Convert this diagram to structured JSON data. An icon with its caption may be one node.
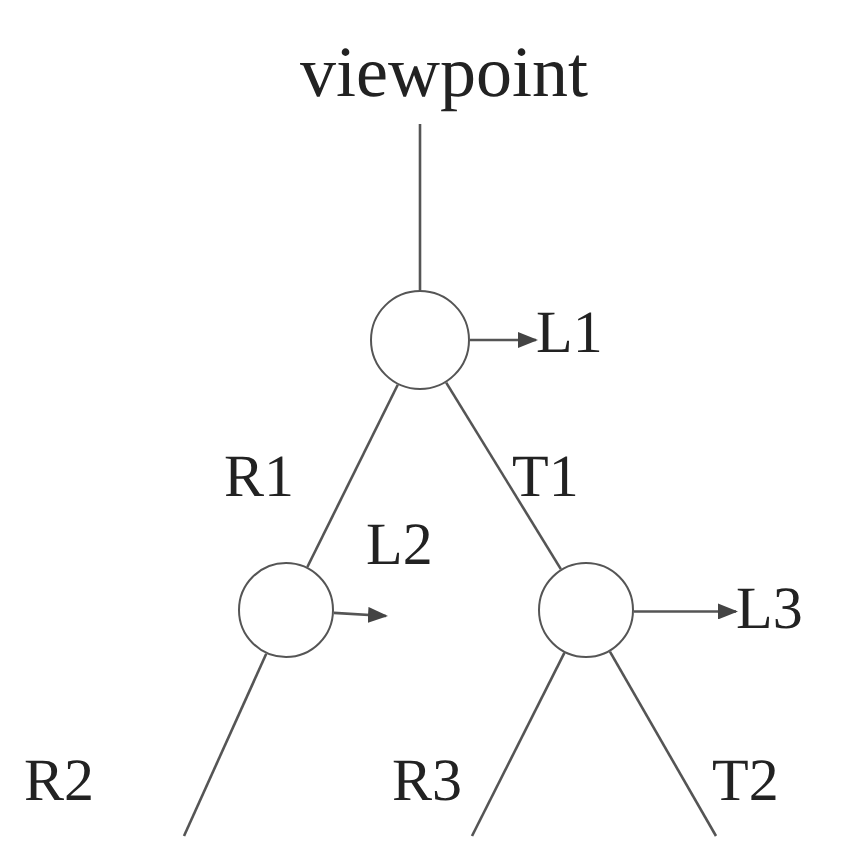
{
  "diagram": {
    "nodes": [
      {
        "text": [
          "viewpoint"
        ]
      },
      {
        "text": [],
        "shape": "circle"
      },
      {
        "text": [],
        "shape": "circle"
      },
      {
        "text": [],
        "shape": "circle"
      },
      {
        "text": [
          "L1"
        ]
      },
      {
        "text": [
          "L3"
        ]
      }
    ],
    "edges": [
      {
        "from": 0,
        "to": 1,
        "arrow": "none"
      },
      {
        "from": 1,
        "to": 4,
        "arrow": "to"
      },
      {
        "from": 1,
        "to": 2,
        "arrow": "none",
        "label": "R1"
      },
      {
        "from": 1,
        "to": 3,
        "arrow": "none",
        "label": "T1"
      },
      {
        "from": 2,
        "to": null,
        "arrow": "to",
        "label": "L2"
      },
      {
        "from": 2,
        "to": null,
        "arrow": "none",
        "label": "R2"
      },
      {
        "from": 3,
        "to": 5,
        "arrow": "to"
      },
      {
        "from": 3,
        "to": null,
        "arrow": "none",
        "label": "R3"
      },
      {
        "from": 3,
        "to": null,
        "arrow": "none",
        "label": "T2"
      }
    ]
  }
}
